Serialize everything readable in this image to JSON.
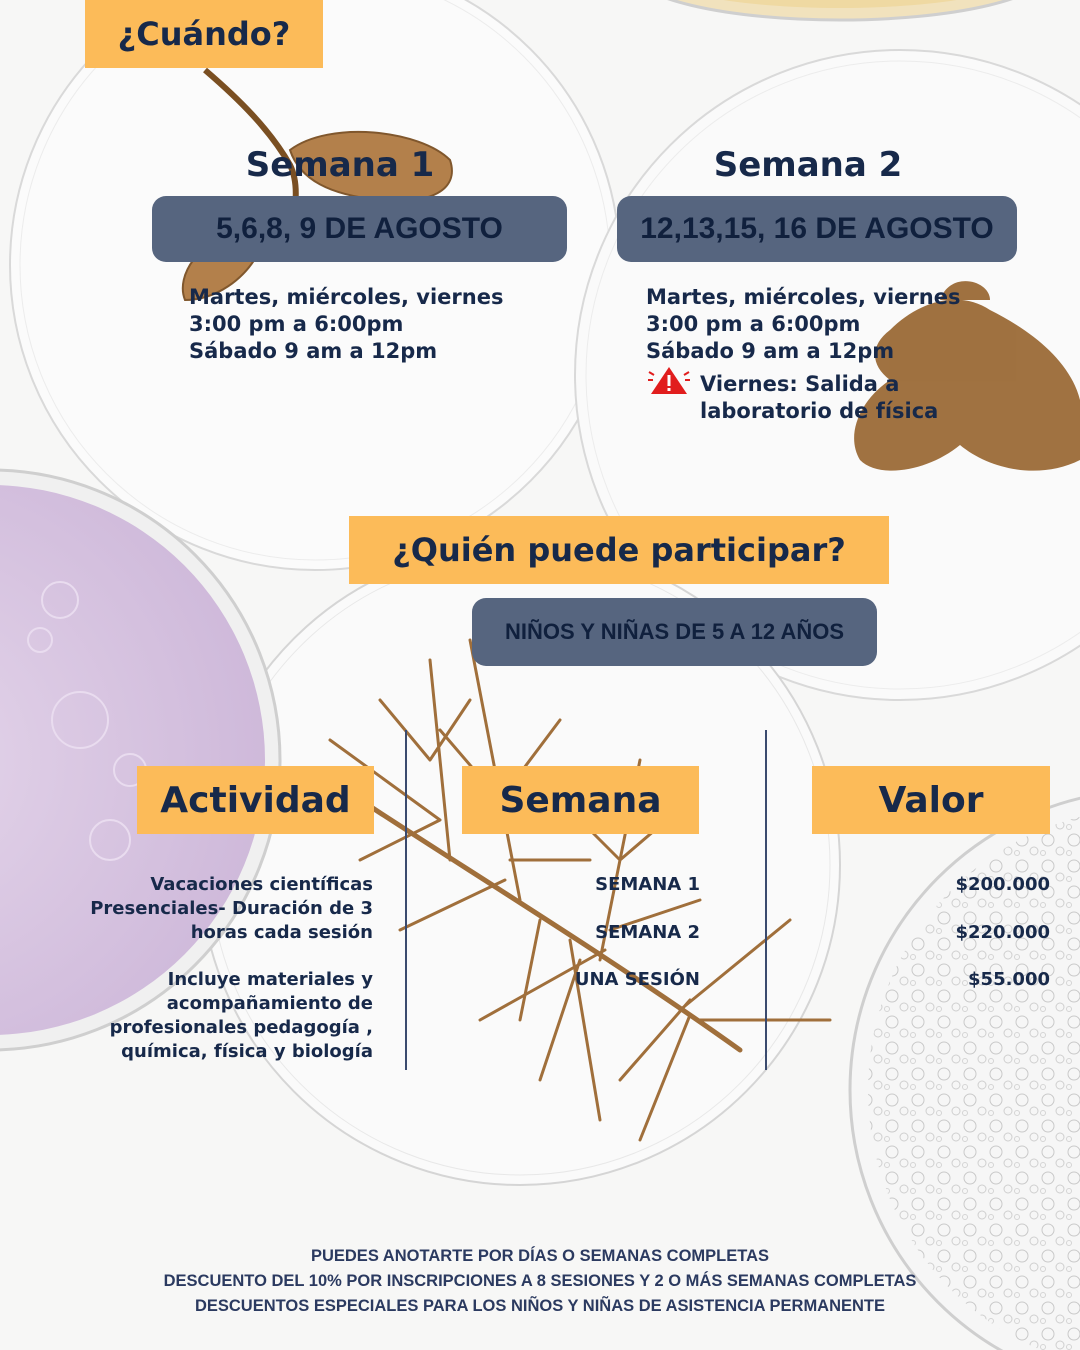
{
  "when": {
    "heading": "¿Cuándo?",
    "weeks": [
      {
        "title": "Semana 1",
        "dates": "5,6,8, 9 DE AGOSTO",
        "lines": [
          "Martes, miércoles, viernes",
          "3:00 pm a 6:00pm",
          "Sábado 9 am a 12pm"
        ]
      },
      {
        "title": "Semana 2",
        "dates": "12,13,15, 16 DE AGOSTO",
        "lines": [
          "Martes, miércoles, viernes",
          "3:00 pm a 6:00pm",
          "Sábado 9 am a 12pm"
        ],
        "warning": [
          "Viernes: Salida a",
          "laboratorio de física"
        ],
        "warning_icon": "warning-icon"
      }
    ]
  },
  "who": {
    "heading": "¿Quién puede participar?",
    "audience": "NIÑOS Y NIÑAS DE 5 A 12 AÑOS"
  },
  "table": {
    "headers": [
      "Actividad",
      "Semana",
      "Valor"
    ],
    "activity_lines_1": [
      "Vacaciones científicas",
      "Presenciales- Duración de 3",
      "horas cada sesión"
    ],
    "activity_lines_2": [
      "Incluye materiales y",
      "acompañamiento de",
      "profesionales pedagogía ,",
      "química, física y biología"
    ],
    "weeks": [
      "SEMANA 1",
      "SEMANA 2",
      "UNA SESIÓN"
    ],
    "prices": [
      "$200.000",
      "$220.000",
      "$55.000"
    ]
  },
  "footer": [
    "PUEDES ANOTARTE POR DÍAS O SEMANAS COMPLETAS",
    "DESCUENTO DEL 10% POR INSCRIPCIONES A 8 SESIONES Y 2 O MÁS SEMANAS COMPLETAS",
    "DESCUENTOS ESPECIALES PARA LOS NIÑOS Y NIÑAS DE ASISTENCIA PERMANENTE"
  ],
  "colors": {
    "accent_tag": "#fcbb59",
    "pill": "#56657f",
    "text": "#17294a",
    "plant": "#9a6a36"
  }
}
